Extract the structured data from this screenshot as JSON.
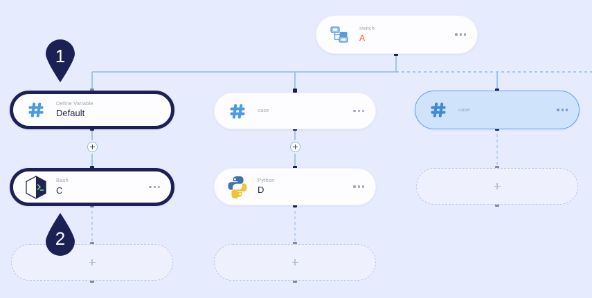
{
  "canvas": {
    "background_color": "#e7ebfe",
    "edge_color": "#8fb9e8",
    "accent_color": "#f05a28",
    "node_outline_color": "#1b2152",
    "selected_fill": "#cfe3fb",
    "selected_border": "#5ea0ef"
  },
  "nodes": {
    "switch": {
      "kind": "switch",
      "title": "A",
      "icon": "switch-branch-icon",
      "menu": "more-options"
    },
    "define_variable": {
      "kind": "Define Variable",
      "title": "Default",
      "icon": "hash-icon"
    },
    "middle_hash": {
      "kind": "case",
      "icon": "hash-icon",
      "menu": "more-options"
    },
    "right_hash": {
      "kind": "case",
      "icon": "hash-icon",
      "menu": "more-options",
      "selected": true
    },
    "bash": {
      "kind": "Bash",
      "title": "C",
      "icon": "bash-terminal-icon",
      "menu": "more-options"
    },
    "python": {
      "kind": "Python",
      "title": "D",
      "icon": "python-icon",
      "menu": "more-options"
    }
  },
  "markers": [
    {
      "label": "1",
      "direction": "down"
    },
    {
      "label": "2",
      "direction": "up"
    }
  ],
  "placeholders": [
    {
      "name": "add-node-left",
      "icon": "plus-icon"
    },
    {
      "name": "add-node-middle",
      "icon": "plus-icon"
    },
    {
      "name": "add-node-right",
      "icon": "plus-icon"
    }
  ],
  "add_buttons": [
    {
      "name": "insert-node-left-edge",
      "icon": "plus-icon"
    },
    {
      "name": "insert-node-middle-edge",
      "icon": "plus-icon"
    }
  ]
}
